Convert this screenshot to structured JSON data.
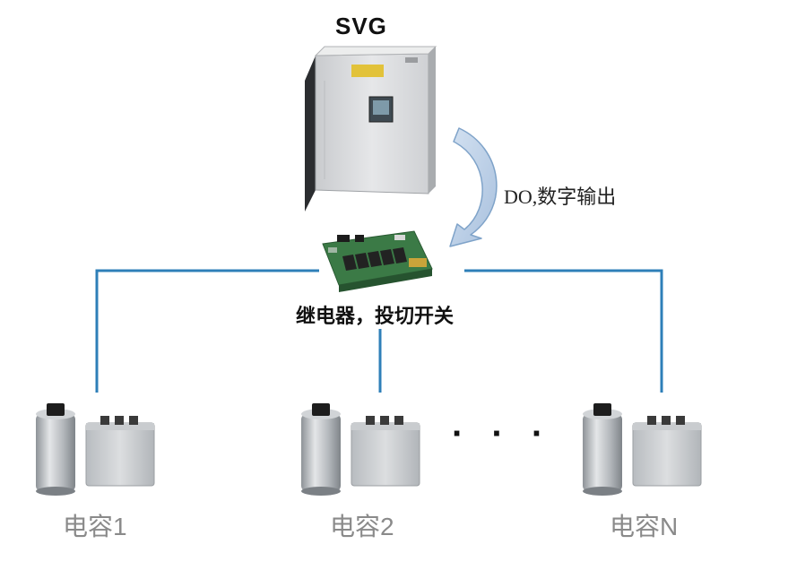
{
  "svg_device": {
    "title": "SVG"
  },
  "signal": {
    "label": "DO,数字输出"
  },
  "relay": {
    "label": "继电器，投切开关"
  },
  "capacitors": [
    {
      "label": "电容1"
    },
    {
      "label": "电容2"
    },
    {
      "label": "电容N"
    }
  ],
  "ellipsis": "· · ·",
  "colors": {
    "connector": "#2e7fb8",
    "arrow_fill": "#b7cde6",
    "arrow_stroke": "#7fa3c9",
    "cabinet": "#d4d6d9",
    "pcb": "#3b7a46",
    "cap_label": "#8a8a8a"
  }
}
